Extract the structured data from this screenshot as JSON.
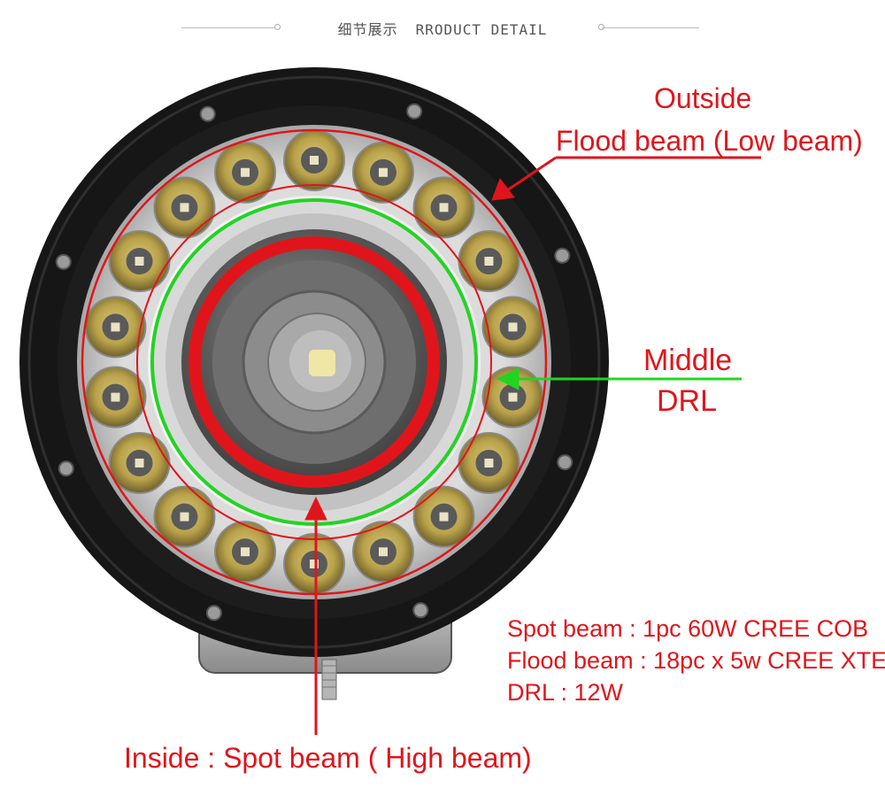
{
  "header": {
    "title_cn": "细节展示",
    "title_en": "RRODUCT DETAIL"
  },
  "annotations": {
    "outside_line1": "Outside",
    "outside_line2": "Flood beam (Low beam)",
    "middle_line1": "Middle",
    "middle_line2": "DRL",
    "inside": "Inside : Spot beam ( High beam)"
  },
  "specs": [
    "Spot beam : 1pc 60W CREE COB",
    "Flood beam : 18pc x 5w CREE XTE",
    "DRL : 12W"
  ],
  "led_count": 18,
  "colors": {
    "annotation_red": "#e0151b",
    "drl_green": "#22d422",
    "housing": "#151515"
  }
}
